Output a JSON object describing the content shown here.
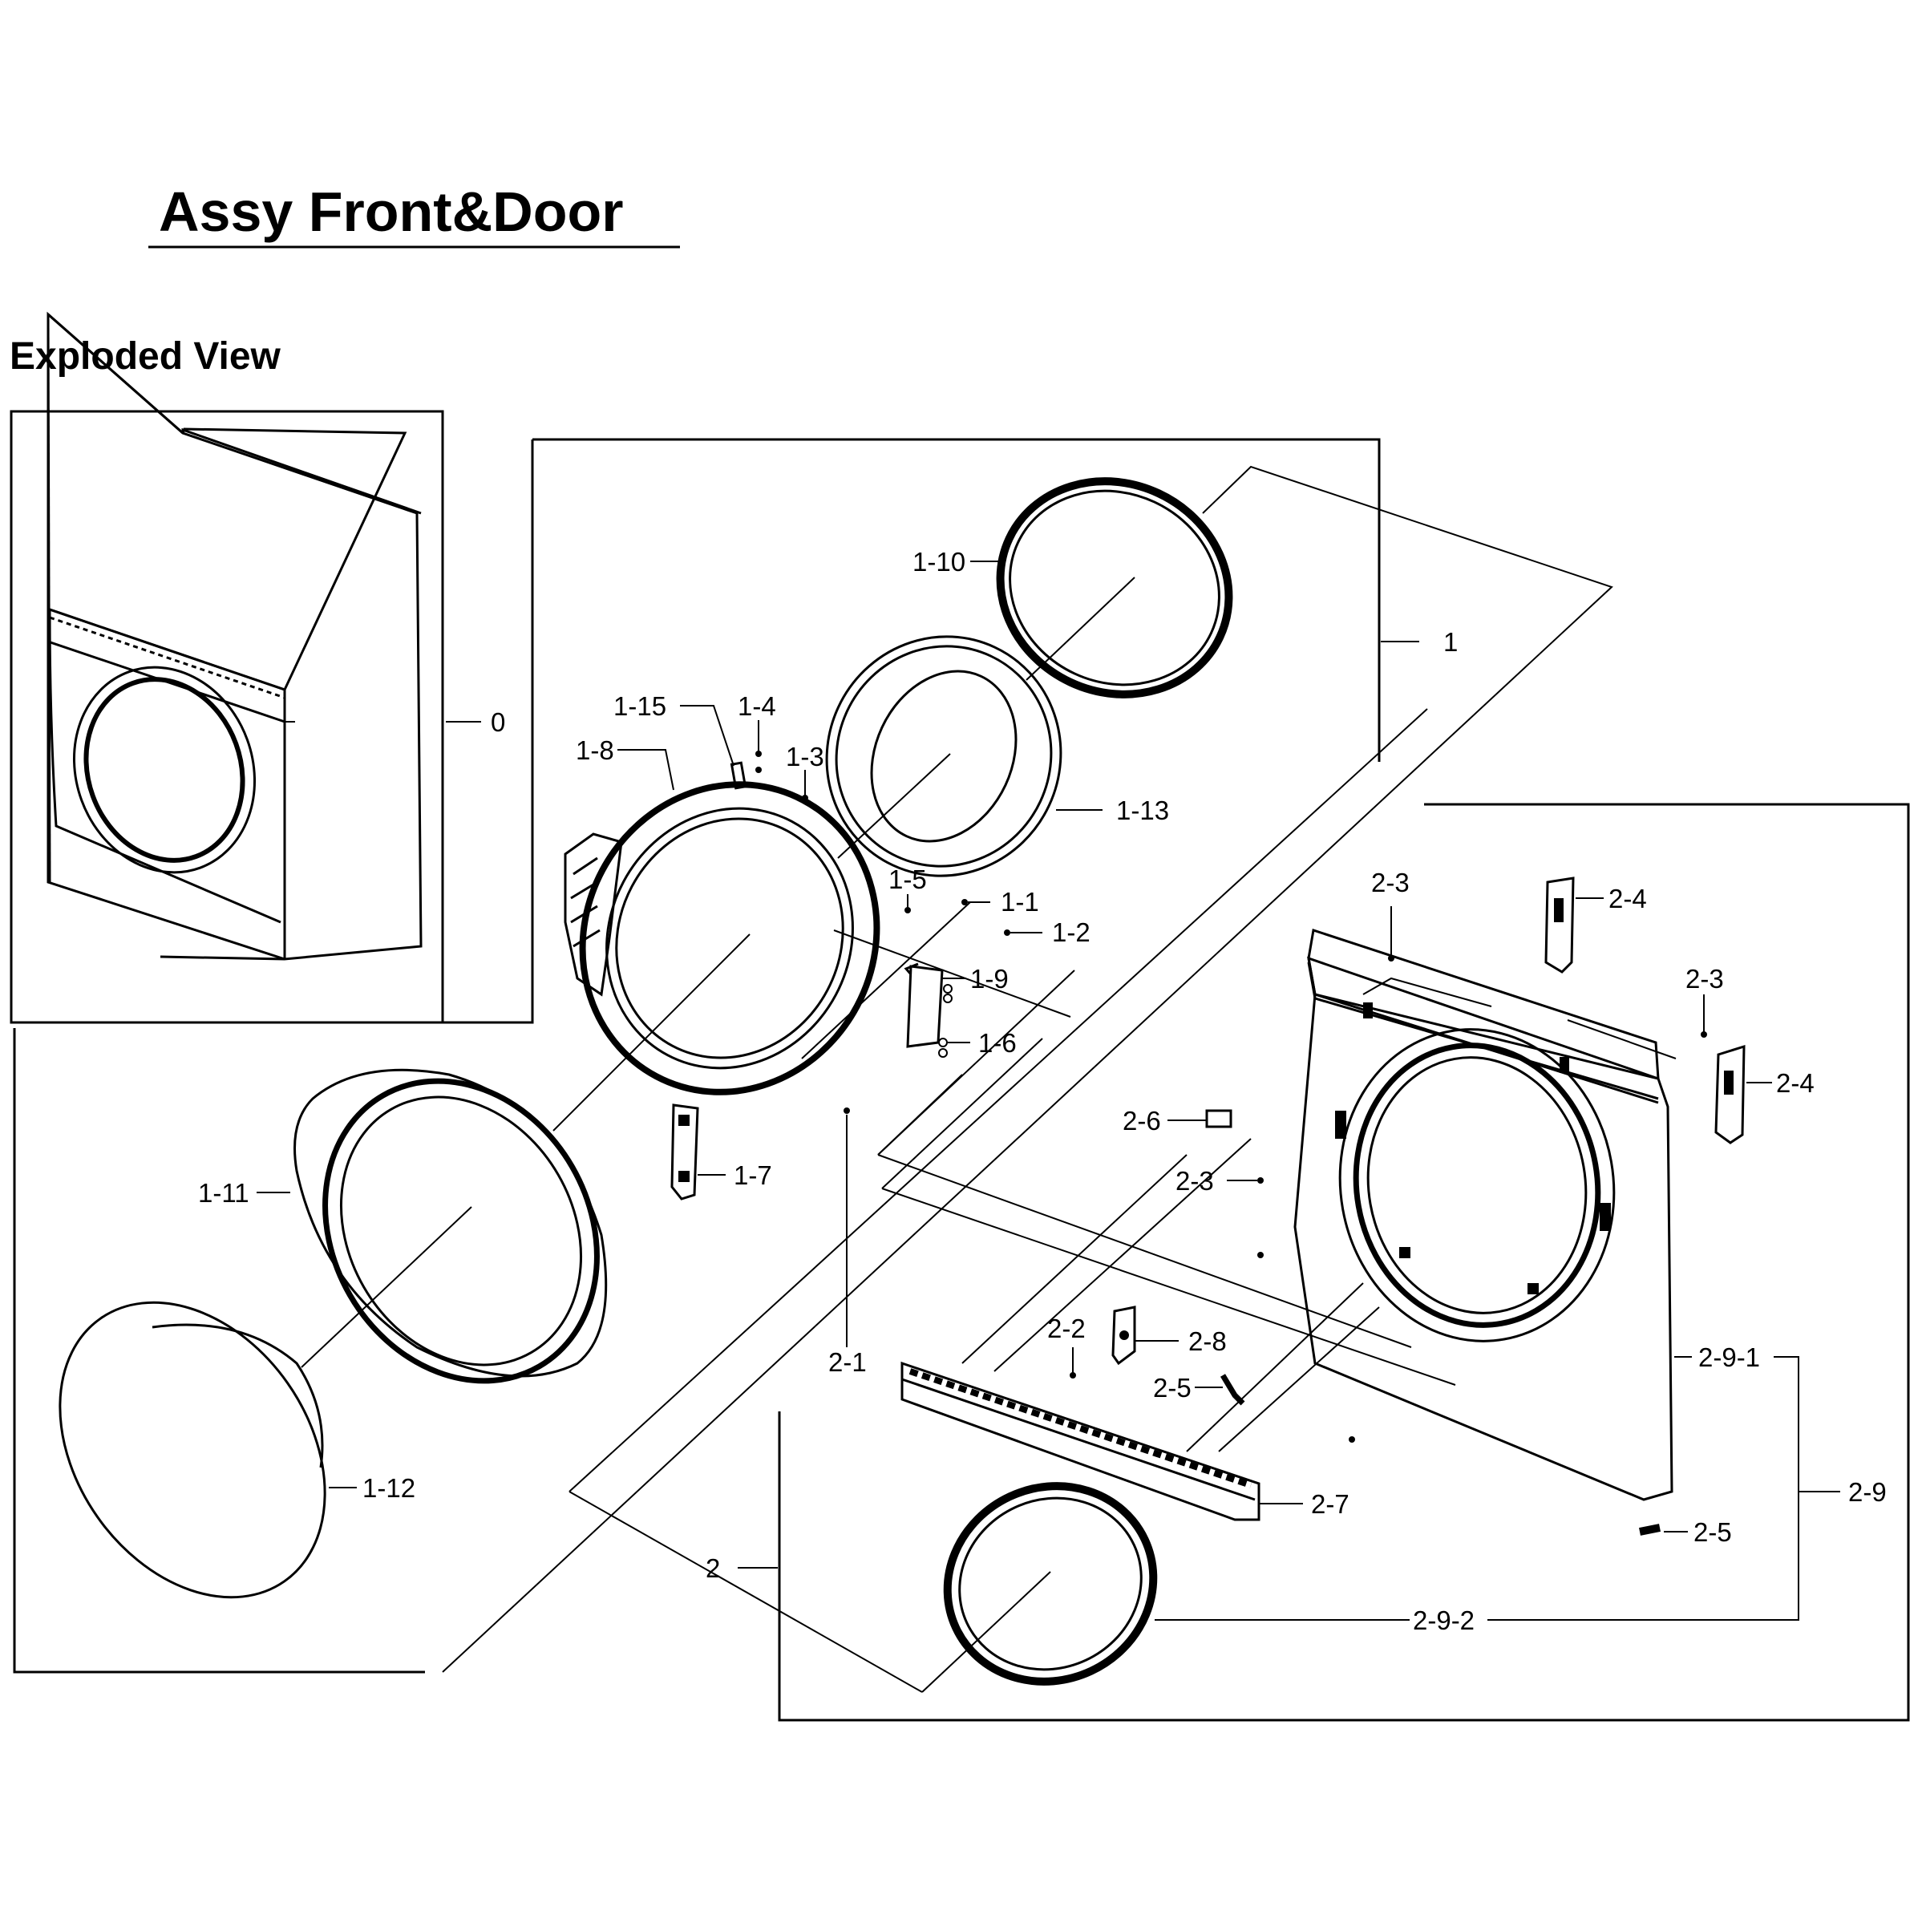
{
  "title": "Assy Front&Door",
  "subtitle": "Exploded View",
  "labels": {
    "l0": "0",
    "l1": "1",
    "l1_1": "1-1",
    "l1_2": "1-2",
    "l1_3": "1-3",
    "l1_4": "1-4",
    "l1_5": "1-5",
    "l1_6": "1-6",
    "l1_7": "1-7",
    "l1_8": "1-8",
    "l1_9": "1-9",
    "l1_10": "1-10",
    "l1_11": "1-11",
    "l1_12": "1-12",
    "l1_13": "1-13",
    "l1_15": "1-15",
    "l2": "2",
    "l2_1": "2-1",
    "l2_2": "2-2",
    "l2_3a": "2-3",
    "l2_3b": "2-3",
    "l2_3c": "2-3",
    "l2_4a": "2-4",
    "l2_4b": "2-4",
    "l2_5a": "2-5",
    "l2_5b": "2-5",
    "l2_6": "2-6",
    "l2_7": "2-7",
    "l2_8": "2-8",
    "l2_9": "2-9",
    "l2_9_1": "2-9-1",
    "l2_9_2": "2-9-2"
  }
}
